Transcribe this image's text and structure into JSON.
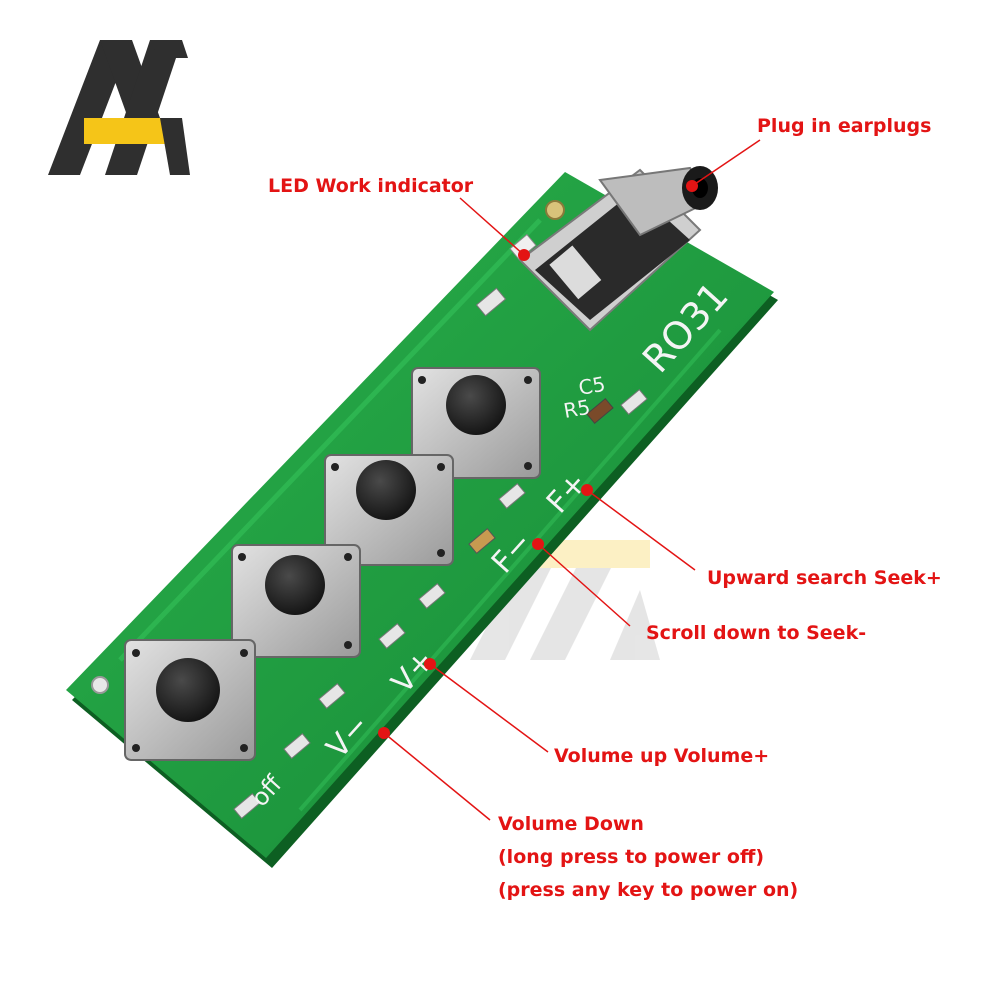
{
  "logo": {
    "lettering": "AA",
    "colors": {
      "dark": "#2f2f2f",
      "accent": "#f5c518"
    }
  },
  "colors": {
    "label": "#e31414",
    "pcb": "#1f9a3f",
    "pcb_dark": "#137a2e",
    "silkscreen": "#f4f4f4",
    "button_cap": "#1b1b1b",
    "button_body": "#c9c9c9"
  },
  "board": {
    "model": "RO31",
    "silk_c5": "C5",
    "silk_r5": "R5",
    "silk_seek_up": "F+",
    "silk_seek_down": "F−",
    "silk_vol_up": "V+",
    "silk_vol_down": "V−",
    "silk_off": "off",
    "button_count": 4
  },
  "callouts": {
    "plug": "Plug in earplugs",
    "led": "LED Work indicator",
    "seek_up": "Upward search Seek+",
    "seek_down": "Scroll down to Seek-",
    "volume_up": "Volume up Volume+",
    "volume_down": {
      "line1": "Volume Down",
      "line2": "(long press to power off)",
      "line3": "(press any key to power on)"
    }
  }
}
